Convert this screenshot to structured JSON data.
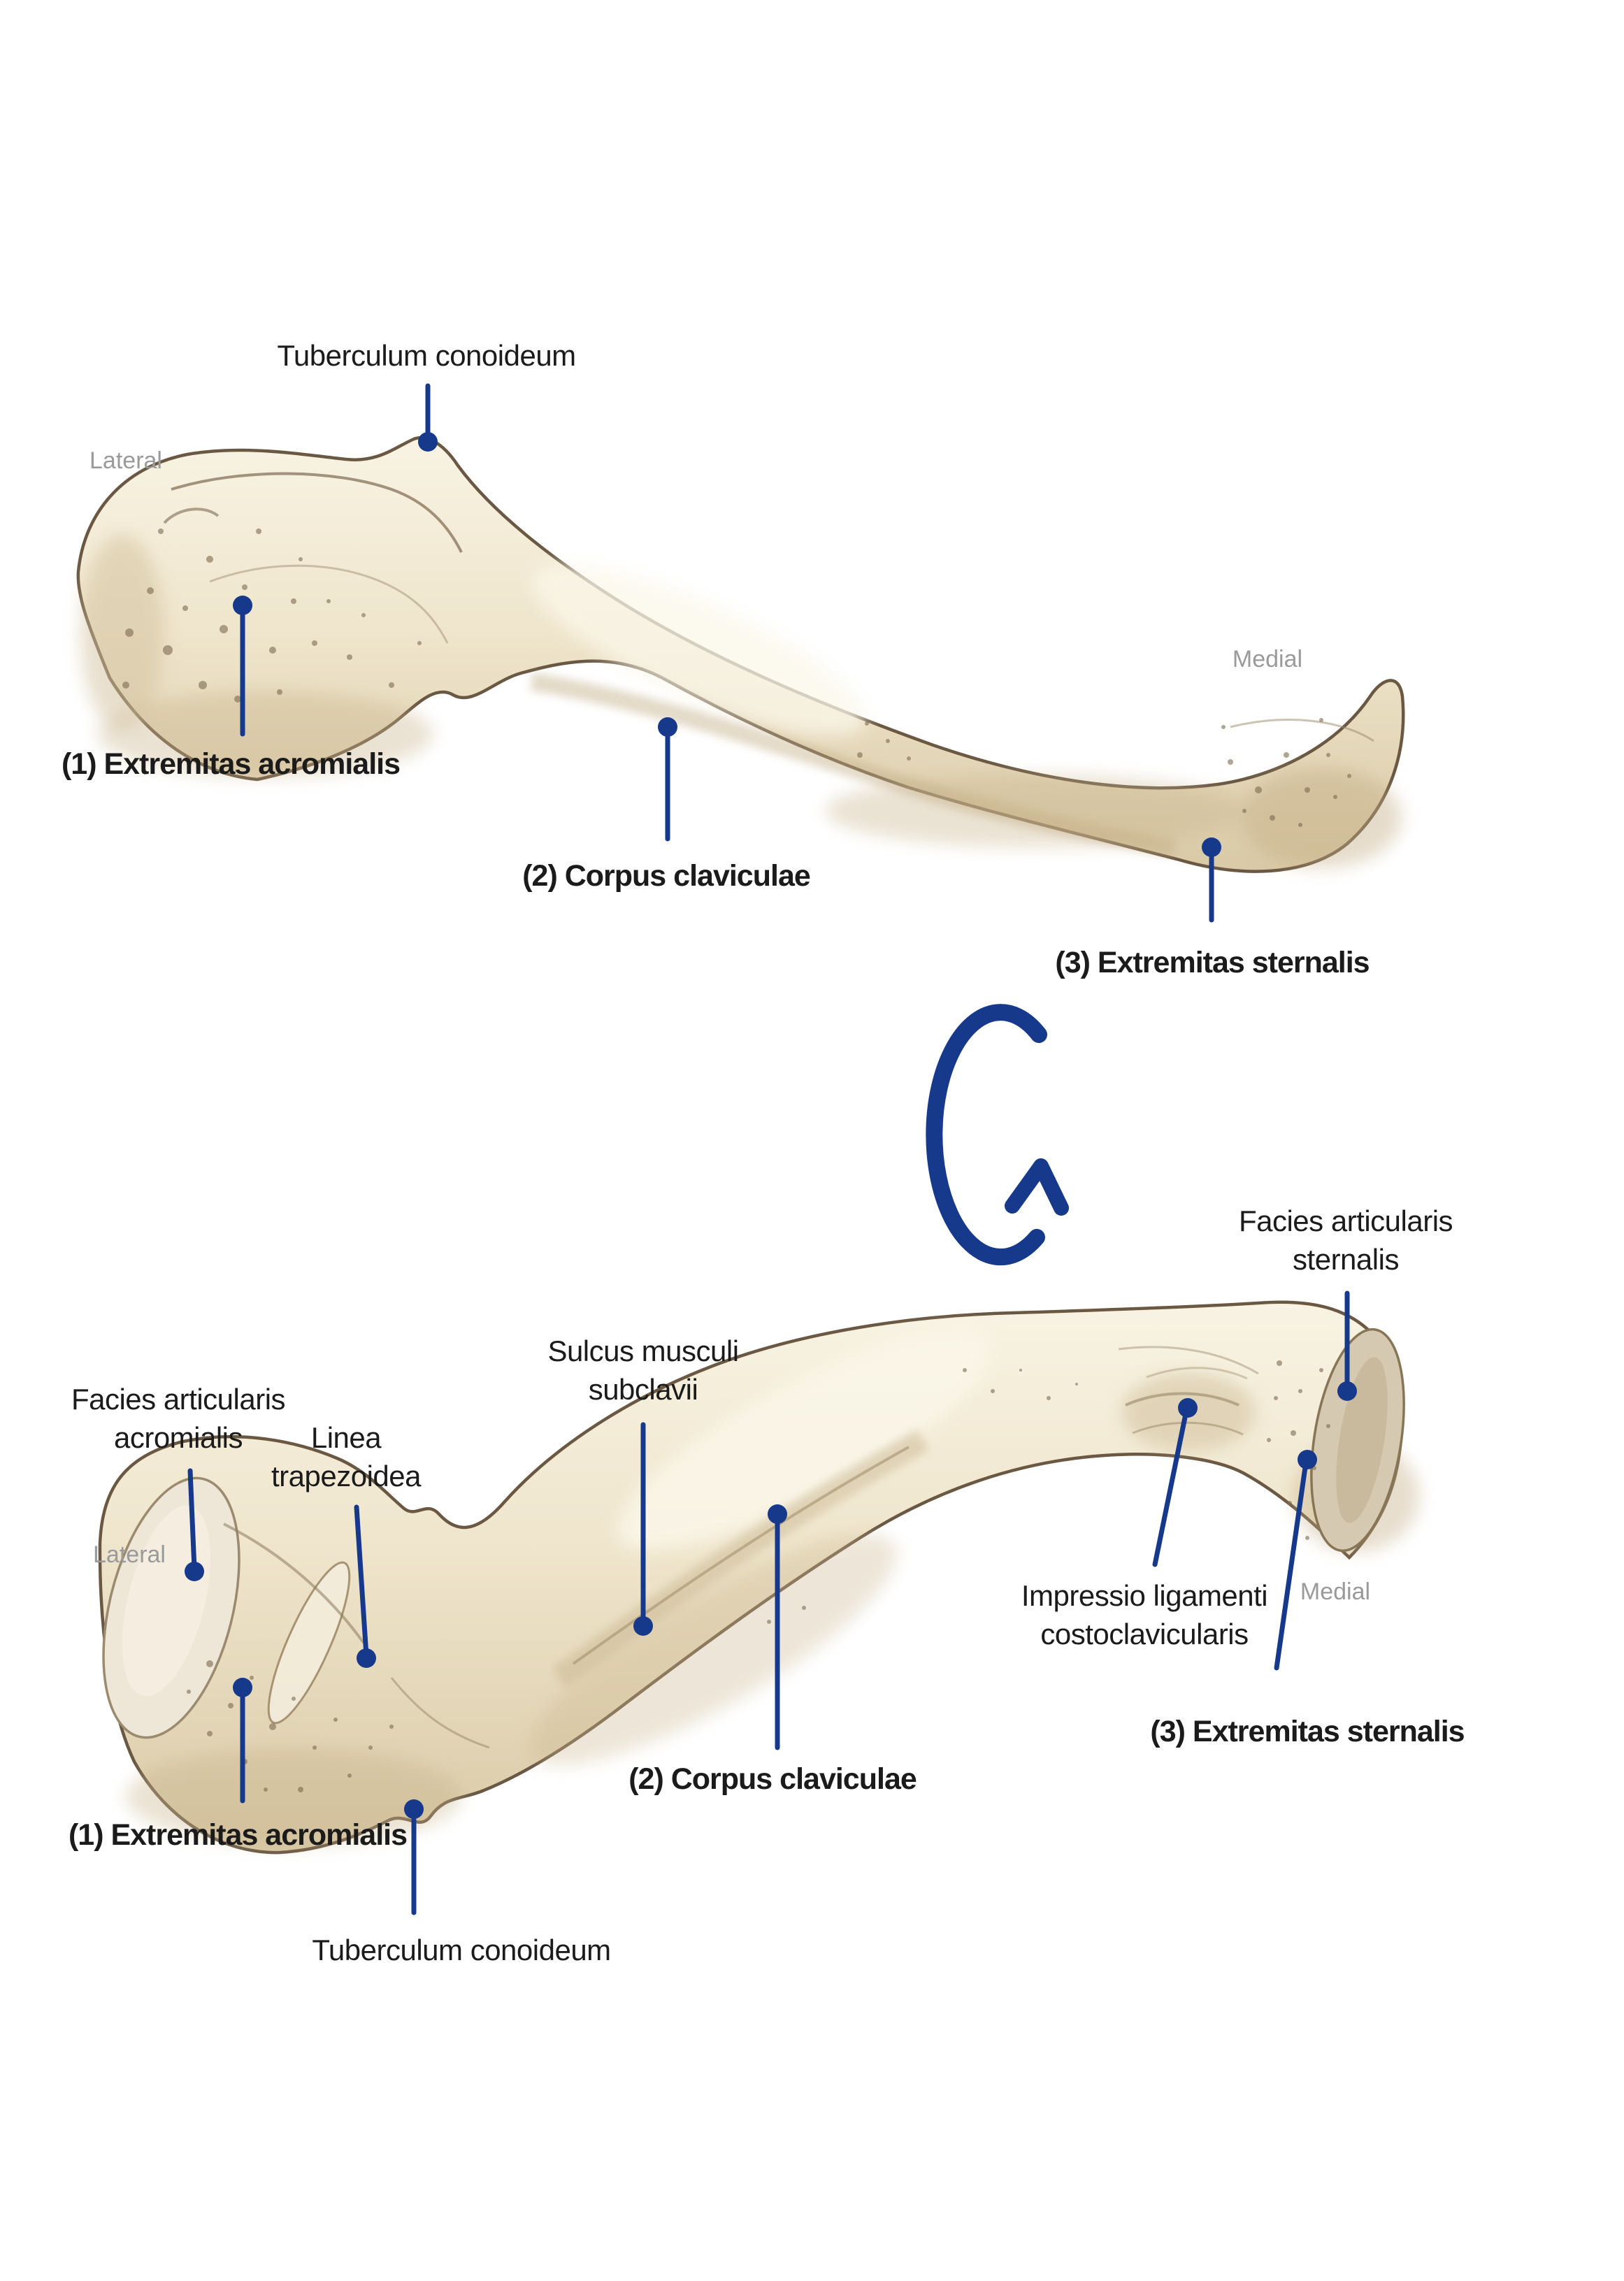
{
  "page": {
    "background": "#ffffff"
  },
  "palette": {
    "leader_blue": "#16398c",
    "label_black": "#1b1b1b",
    "direction_gray": "#9a9a9a",
    "bone_light": "#f8f3e3",
    "bone_mid": "#efe5cc",
    "bone_dark": "#d9c9a6",
    "bone_outline": "#6a5843"
  },
  "superior_view": {
    "direction_labels": {
      "left": "Lateral",
      "right": "Medial"
    },
    "labels": {
      "tuberculum_conoideum": "Tuberculum conoideum",
      "extremitas_acromialis": "(1) Extremitas acromialis",
      "corpus_claviculae": "(2) Corpus claviculae",
      "extremitas_sternalis": "(3) Extremitas sternalis"
    }
  },
  "rotation_icon": "rotate-counterclockwise-arrow",
  "inferior_view": {
    "direction_labels": {
      "left": "Lateral",
      "right": "Medial"
    },
    "labels": {
      "facies_articularis_sternalis": "Facies articularis sternalis",
      "sulcus_musculi_subclavii": "Sulcus musculi subclavii",
      "facies_articularis_acromialis": "Facies articularis acromialis",
      "linea_trapezoidea": "Linea trapezoidea",
      "impressio_ligamenti_costoclavicularis": "Impressio ligamenti costoclavicularis",
      "extremitas_sternalis": "(3) Extremitas sternalis",
      "corpus_claviculae": "(2) Corpus claviculae",
      "extremitas_acromialis": "(1) Extremitas acromialis",
      "tuberculum_conoideum": "Tuberculum conoideum"
    }
  }
}
